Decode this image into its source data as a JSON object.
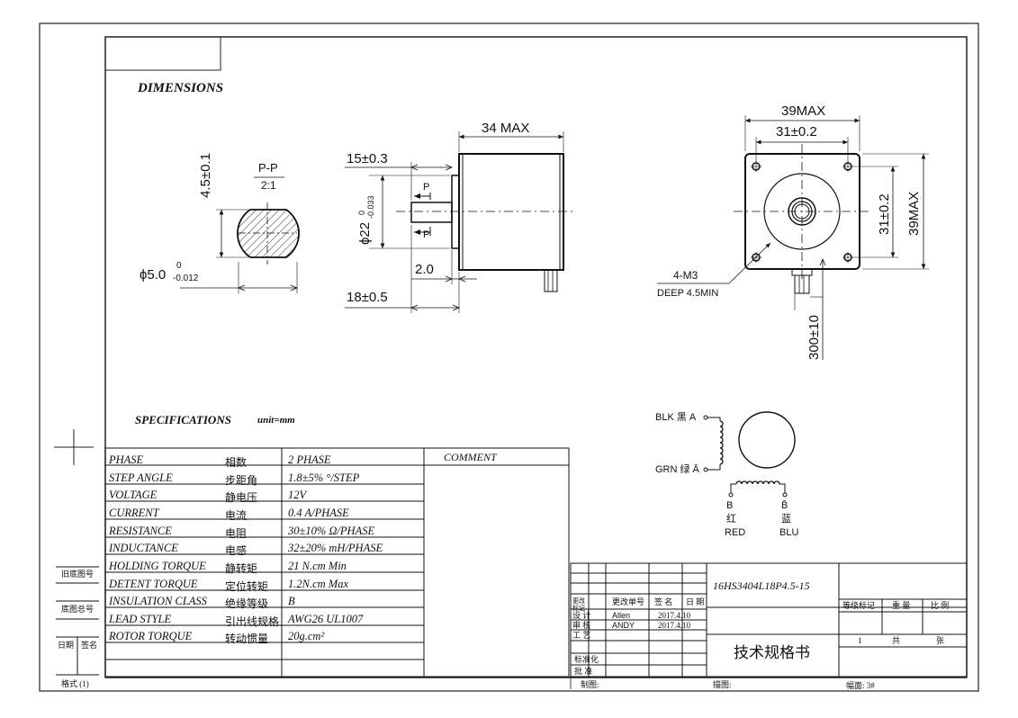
{
  "headings": {
    "dimensions": "DIMENSIONS",
    "specifications": "SPECIFICATIONS",
    "unit": "unit=mm"
  },
  "shaft_detail": {
    "section_label": "P-P",
    "scale": "2:1",
    "flat_dim": "4.5±0.1",
    "dia_base": "ϕ5.0",
    "dia_upper": "0",
    "dia_lower": "-0.012"
  },
  "side_view": {
    "length_max": "34 MAX",
    "shaft_len": "15±0.3",
    "pilot_base": "ϕ22",
    "pilot_upper": "0",
    "pilot_lower": "-0.033",
    "pilot_depth": "2.0",
    "shaft_total": "18±0.5",
    "section_mark": "P"
  },
  "front_view": {
    "width_max": "39MAX",
    "hole_spacing": "31±0.2",
    "hole_spacing_v": "31±0.2",
    "height_max": "39MAX",
    "holes": "4-M3",
    "hole_depth": "DEEP 4.5MIN",
    "lead_len": "300±10"
  },
  "wiring": {
    "blk": "BLK 黑 A",
    "grn": "GRN 绿 Ā",
    "b_top": "B",
    "b_red_cn": "红",
    "b_red_en": "RED",
    "bbar_top": "B̄",
    "b_blu_cn": "蓝",
    "b_blu_en": "BLU"
  },
  "specs": {
    "headers": {
      "value": "2 PHASE",
      "comment": "COMMENT"
    },
    "rows": [
      {
        "en": "PHASE",
        "cn": "相数",
        "val": "2 PHASE"
      },
      {
        "en": "STEP ANGLE",
        "cn": "步距角",
        "val": "1.8±5% °/STEP"
      },
      {
        "en": "VOLTAGE",
        "cn": "静电压",
        "val": "12V"
      },
      {
        "en": "CURRENT",
        "cn": "电流",
        "val": "0.4 A/PHASE"
      },
      {
        "en": "RESISTANCE",
        "cn": "电阻",
        "val": "30±10% Ω/PHASE"
      },
      {
        "en": "INDUCTANCE",
        "cn": "电感",
        "val": "32±20% mH/PHASE"
      },
      {
        "en": "HOLDING TORQUE",
        "cn": "静转矩",
        "val": "21 N.cm Min"
      },
      {
        "en": "DETENT TORQUE",
        "cn": "定位转矩",
        "val": "1.2N.cm Max"
      },
      {
        "en": "INSULATION CLASS",
        "cn": "绝缘等级",
        "val": "B"
      },
      {
        "en": "LEAD STYLE",
        "cn": "引出线规格",
        "val": "AWG26 UL1007"
      },
      {
        "en": "ROTOR TORQUE",
        "cn": "转动惯量",
        "val": "20g.cm²"
      }
    ],
    "comment": "COMMENT"
  },
  "title_block": {
    "part_number": "16HS3404L18P4.5-15",
    "doc_title": "技术规格书",
    "rev_mark": "更改标记",
    "change_no": "更改单号",
    "sign": "签 名",
    "date": "日 期",
    "design": "设 计",
    "designer": "Allen",
    "design_date": "2017.4.10",
    "review": "审 核",
    "reviewer": "ANDY",
    "review_date": "2017.4.10",
    "process": "工 艺",
    "standard": "标准化",
    "approve": "批 准",
    "grade": "等级标记",
    "weight": "重 量",
    "ratio": "比 例",
    "sheet_num": "1",
    "total": "共",
    "sheet": "张",
    "drawn": "制图:",
    "traced": "描图:",
    "format_size": "幅面: 3#"
  },
  "side_labels": {
    "old_ref": "旧底图号",
    "base_total": "底图总号",
    "date": "日期",
    "sign": "签名",
    "format": "格式 (1)"
  }
}
